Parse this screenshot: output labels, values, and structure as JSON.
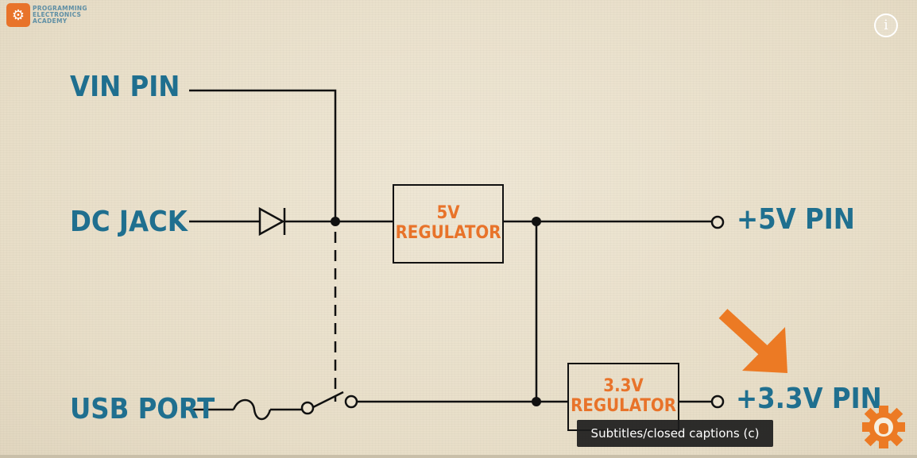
{
  "channel": {
    "logo_lines": [
      "PROGRAMMING",
      "ELECTRONICS",
      "ACADEMY"
    ]
  },
  "diagram": {
    "inputs": {
      "vin": "VIN PIN",
      "dc": "DC JACK",
      "usb": "USB PORT"
    },
    "regulators": {
      "reg5_line1": "5V",
      "reg5_line2": "REGULATOR",
      "reg33_line1": "3.3V",
      "reg33_line2": "REGULATOR"
    },
    "outputs": {
      "pin5": "+5V PIN",
      "pin33": "+3.3V PIN"
    },
    "colors": {
      "label": "#1f6f8f",
      "regulator_text": "#e8732a",
      "arrow": "#ec7a24",
      "wire": "#111111"
    }
  },
  "player": {
    "info_icon": "i",
    "tooltip": "Subtitles/closed captions (c)"
  }
}
